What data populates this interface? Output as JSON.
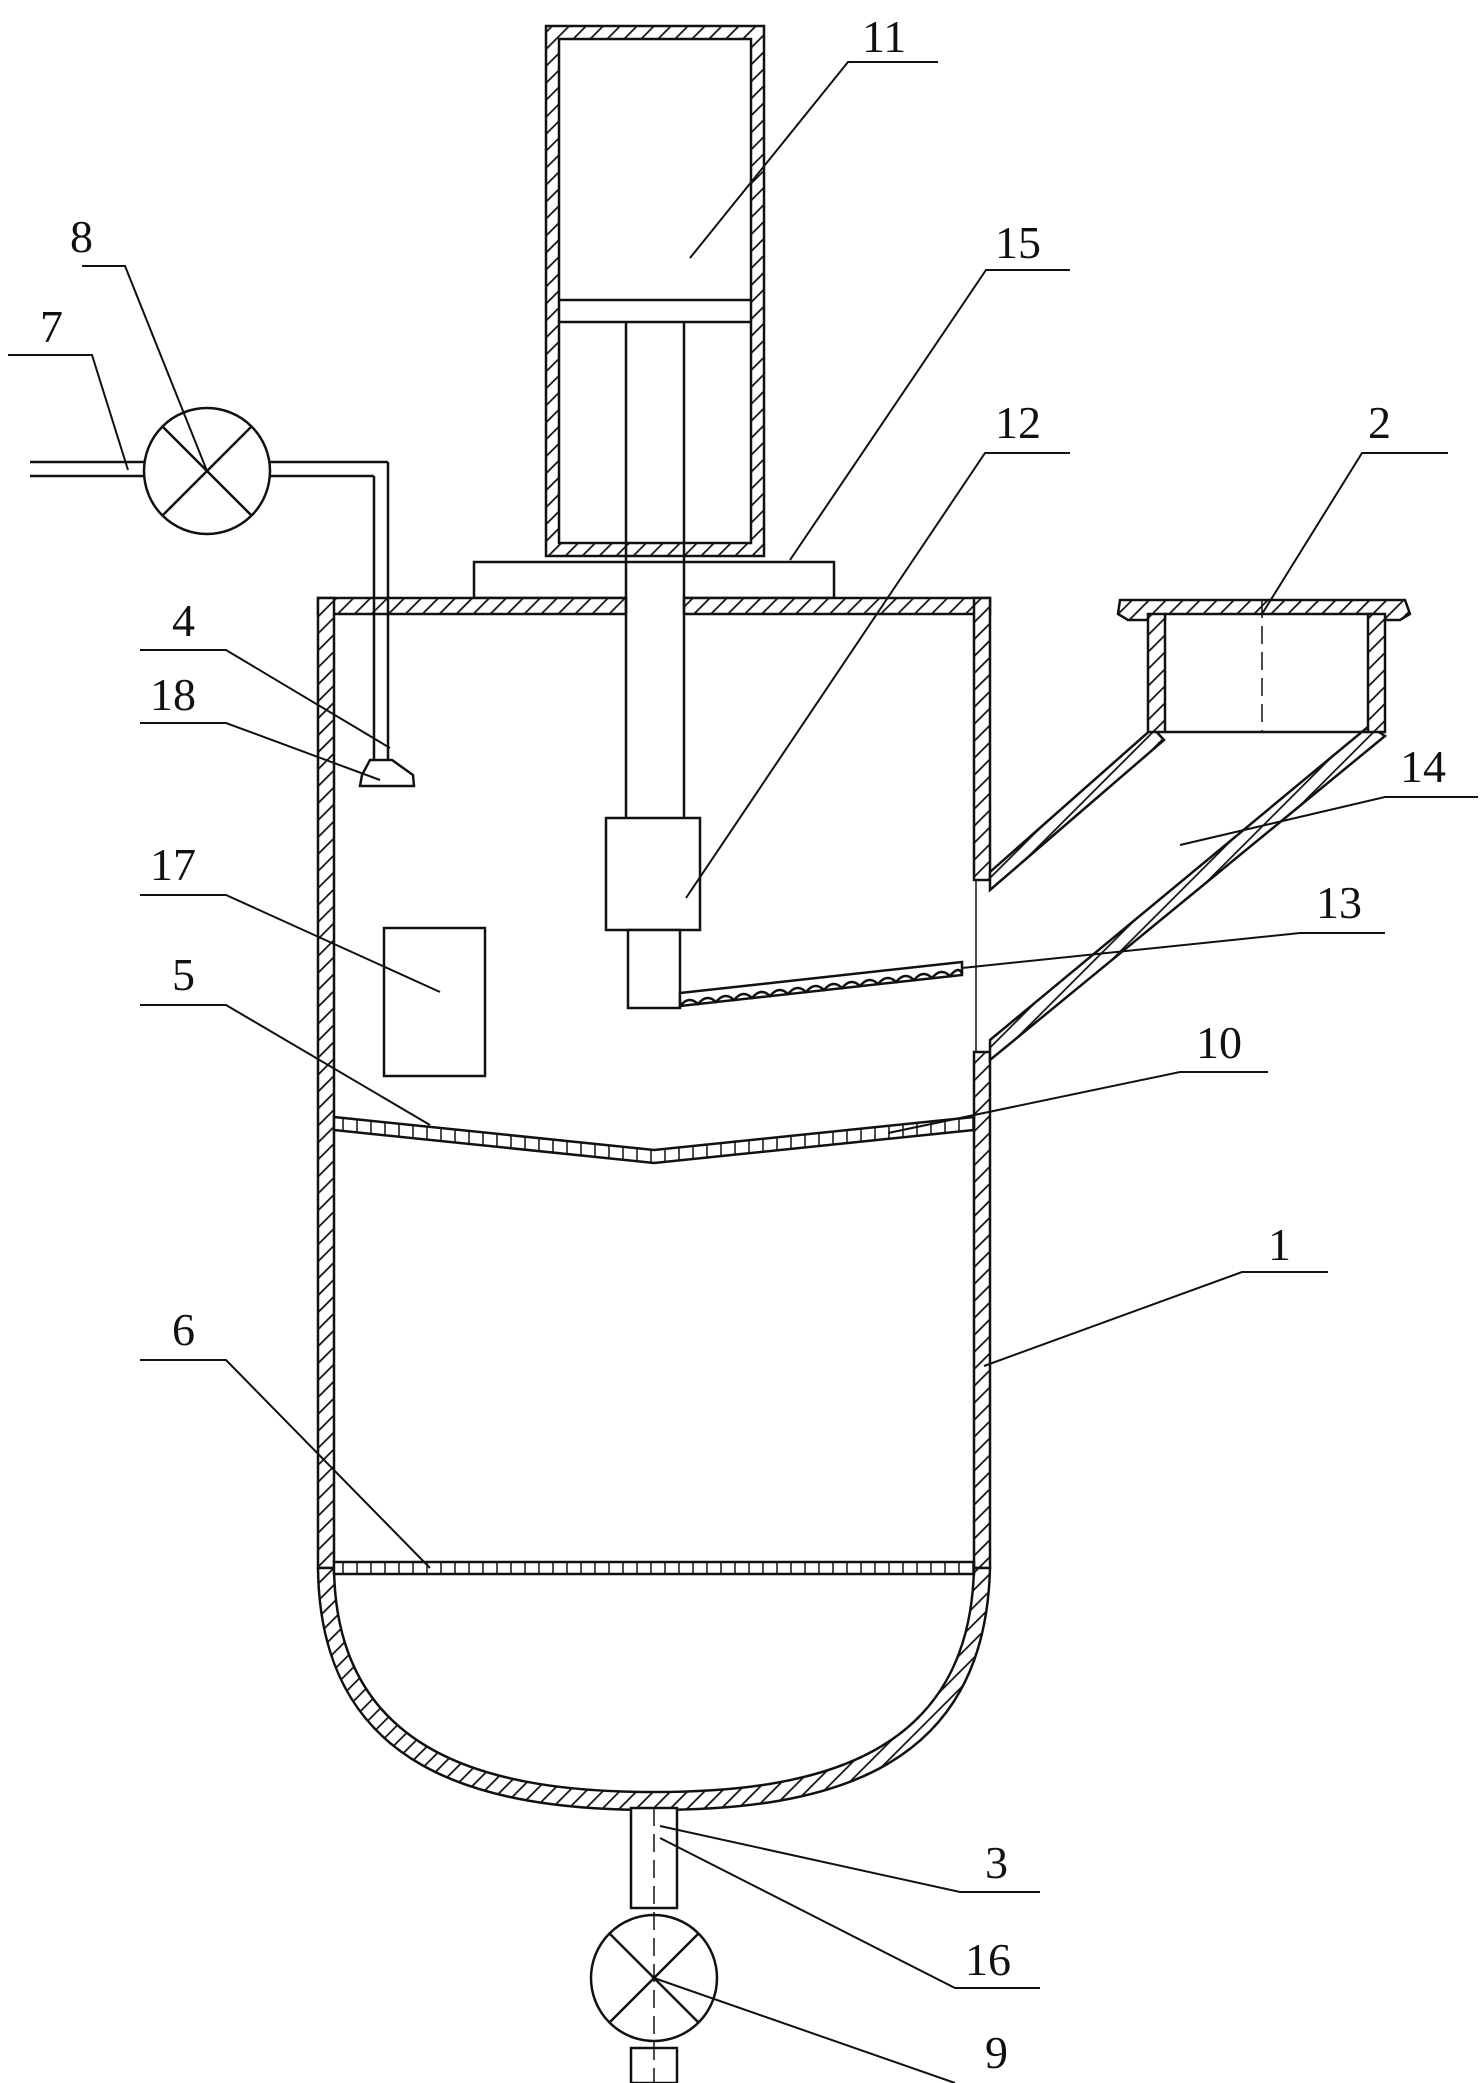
{
  "labels": {
    "l1": "1",
    "l2": "2",
    "l3": "3",
    "l4": "4",
    "l5": "5",
    "l6": "6",
    "l7": "7",
    "l8": "8",
    "l9": "9",
    "l10": "10",
    "l11": "11",
    "l12": "12",
    "l13": "13",
    "l14": "14",
    "l15": "15",
    "l16": "16",
    "l17": "17",
    "l18": "18"
  },
  "colors": {
    "line": "#111111",
    "background": "#ffffff"
  }
}
